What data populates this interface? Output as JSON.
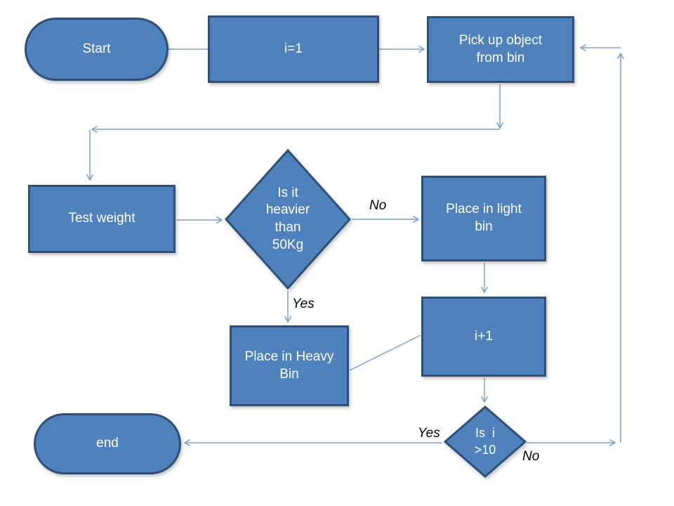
{
  "colors": {
    "background": "#FFFFFF",
    "node_fill": "#4F81BD",
    "node_border": "#2E5077",
    "node_text": "#FFFFFF",
    "connector": "#7C9FCB",
    "label_text": "#000000"
  },
  "nodes": {
    "start": {
      "label": "Start",
      "type": "terminator"
    },
    "init": {
      "label": "i=1",
      "type": "process"
    },
    "pickup": {
      "label": "Pick up object\nfrom bin",
      "type": "process"
    },
    "test_weight": {
      "label": "Test weight",
      "type": "process"
    },
    "decision_weight": {
      "label": "Is it\nheavier\nthan\n50Kg",
      "type": "decision"
    },
    "place_light": {
      "label": "Place in light\nbin",
      "type": "process"
    },
    "place_heavy": {
      "label": "Place in Heavy\nBin",
      "type": "process"
    },
    "increment": {
      "label": "i+1",
      "type": "process"
    },
    "decision_count": {
      "label": "Is  i\n>10",
      "type": "decision"
    },
    "end": {
      "label": "end",
      "type": "terminator"
    }
  },
  "edge_labels": {
    "weight_no": "No",
    "weight_yes": "Yes",
    "count_yes": "Yes",
    "count_no": "No"
  }
}
